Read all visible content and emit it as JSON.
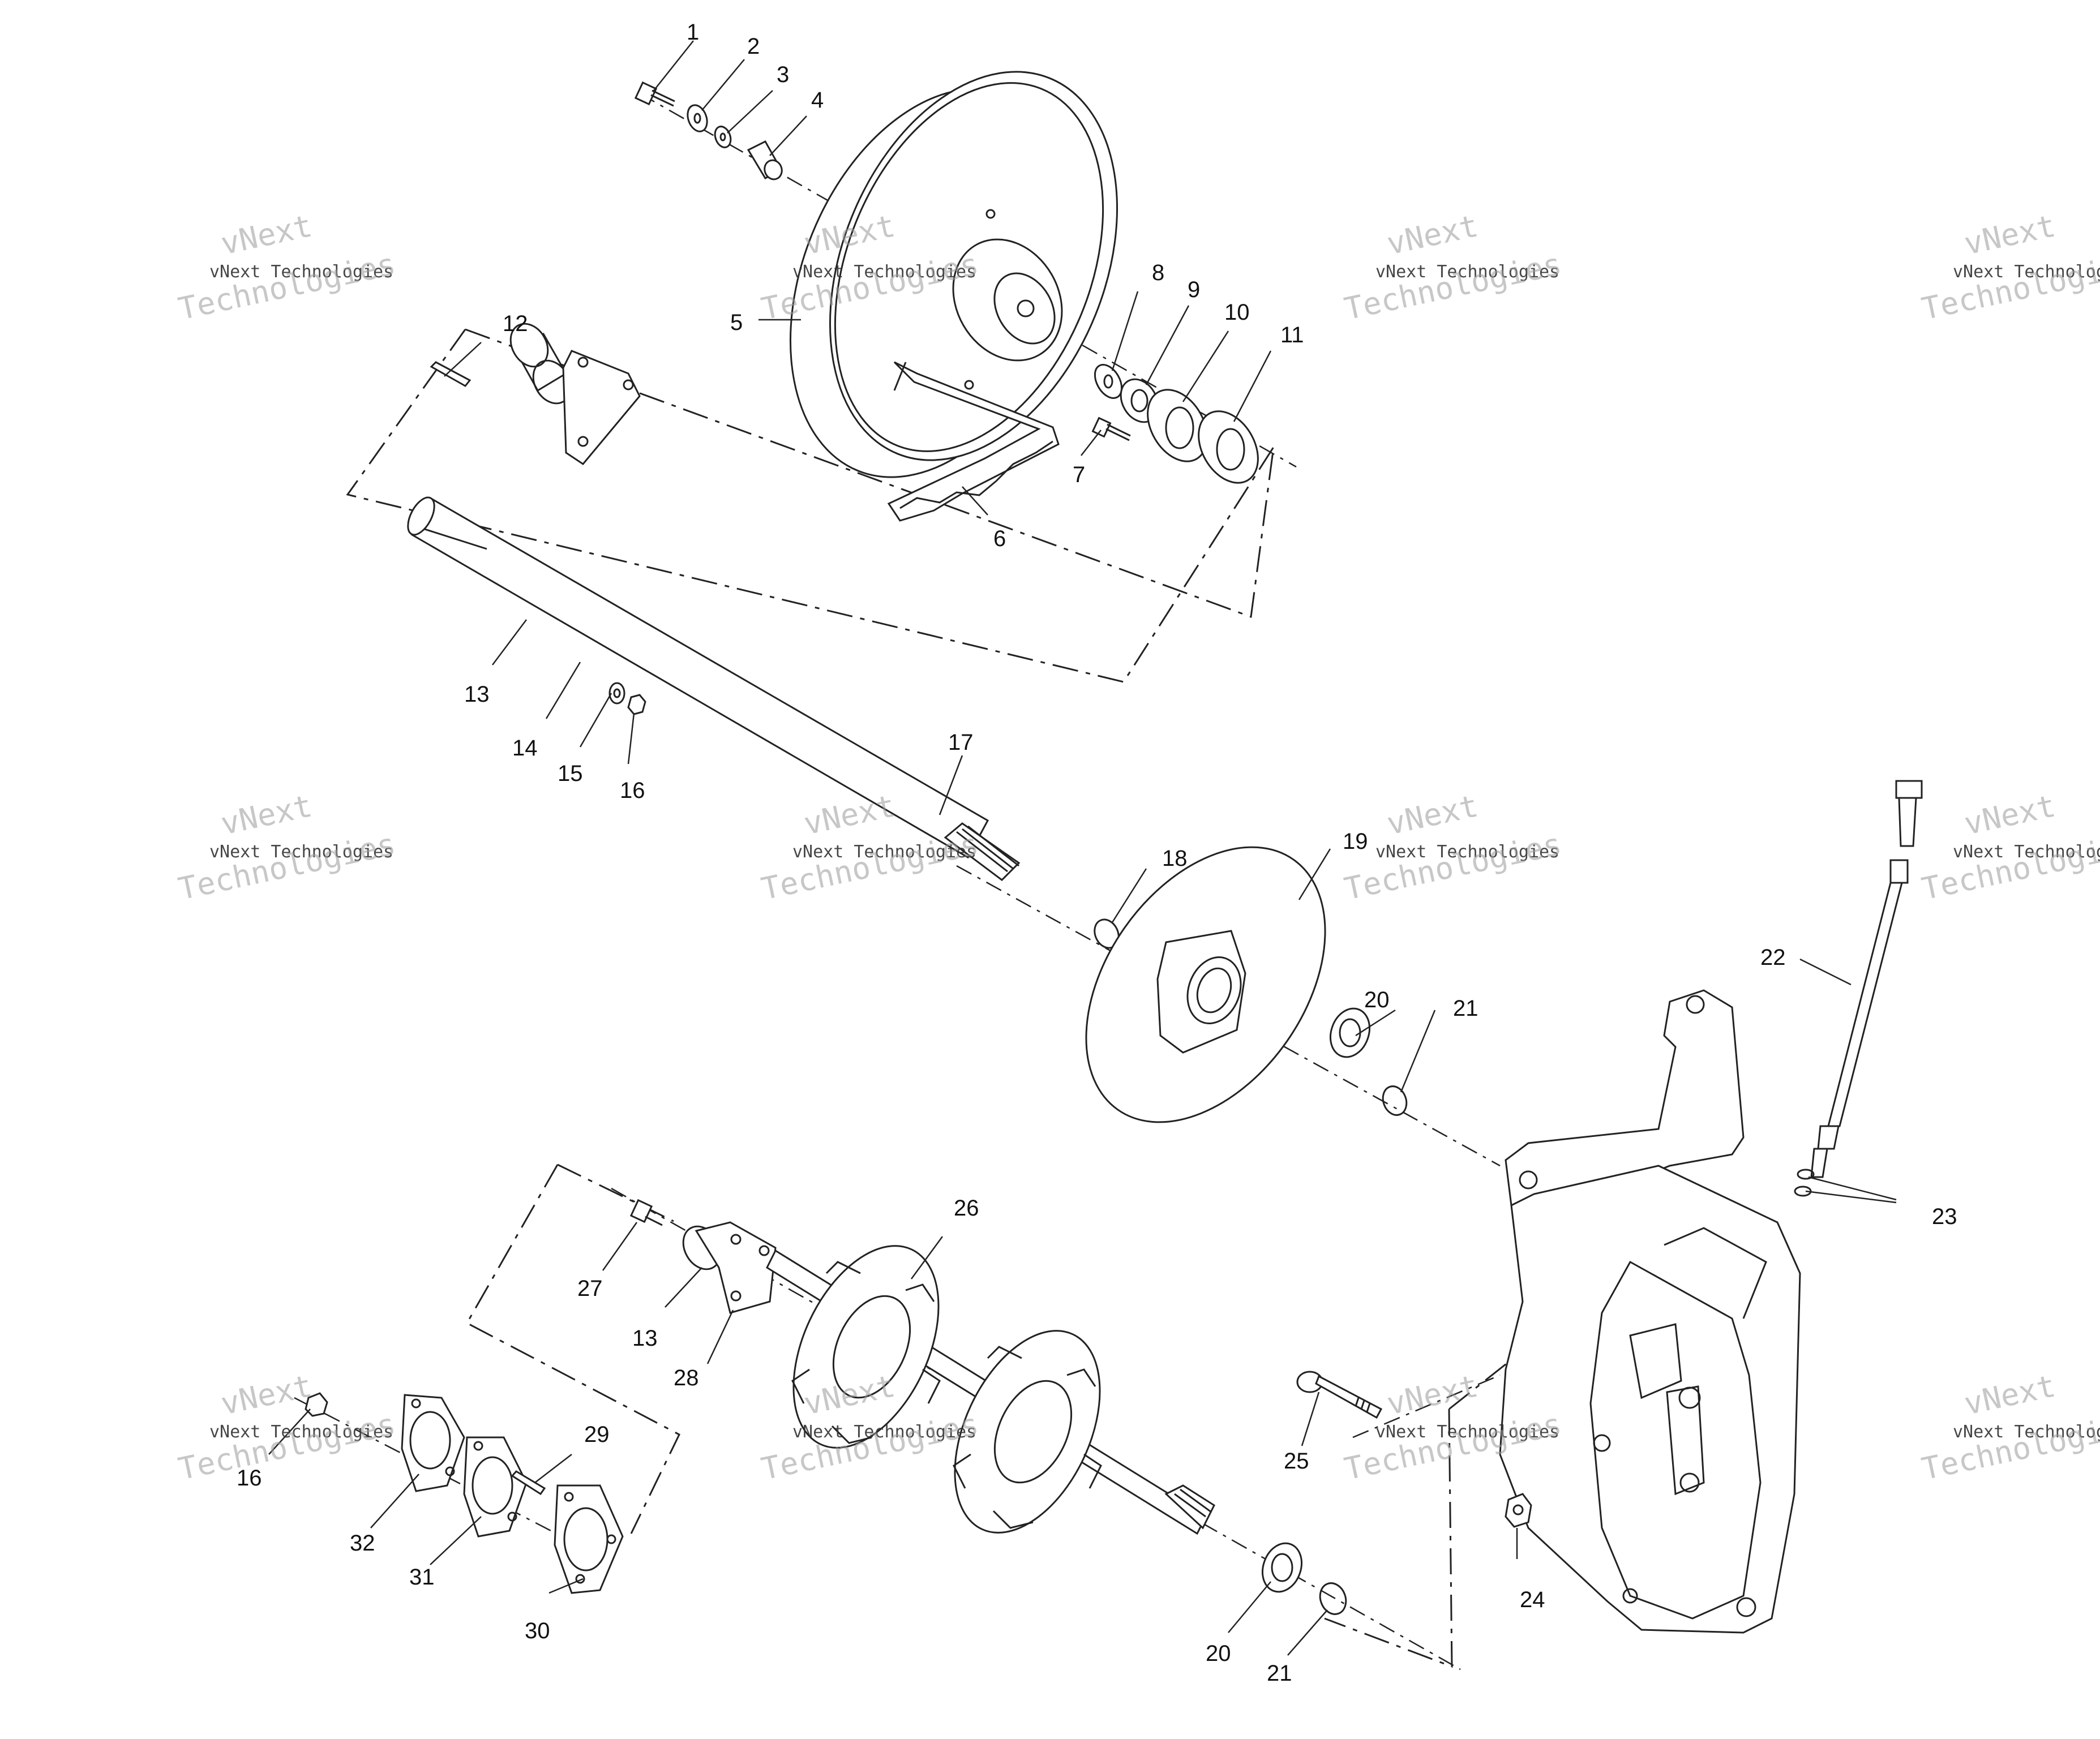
{
  "watermarks": [
    {
      "line1": "vNext Technologies",
      "line2": "Technologies",
      "ghost": "vNext"
    },
    {
      "line1": "vNext Technologies",
      "line2": "Technologies",
      "ghost": "vNext"
    },
    {
      "line1": "vNext Technologies",
      "line2": "Technologies",
      "ghost": "vNext"
    },
    {
      "line1": "vNext Technologies",
      "line2": "Technologies",
      "ghost": "vNext"
    },
    {
      "line1": "vNext Technologies",
      "line2": "Technologies",
      "ghost": "vNext"
    },
    {
      "line1": "vNext Technologies",
      "line2": "Technologies",
      "ghost": "vNext"
    },
    {
      "line1": "vNext Technologies",
      "line2": "Technologies",
      "ghost": "vNext"
    },
    {
      "line1": "vNext Technologies",
      "line2": "Technologies",
      "ghost": "vNext"
    },
    {
      "line1": "vNext Technologies",
      "line2": "Technologies",
      "ghost": "vNext"
    },
    {
      "line1": "vNext Technologies",
      "line2": "Technologies",
      "ghost": "vNext"
    },
    {
      "line1": "vNext Technologies",
      "line2": "Technologies",
      "ghost": "vNext"
    },
    {
      "line1": "vNext Technologies",
      "line2": "Technologies",
      "ghost": "vNext"
    }
  ],
  "callouts": [
    "1",
    "2",
    "3",
    "4",
    "5",
    "6",
    "7",
    "8",
    "9",
    "10",
    "11",
    "12",
    "13",
    "14",
    "15",
    "16",
    "17",
    "18",
    "19",
    "20",
    "21",
    "22",
    "23",
    "13",
    "24",
    "25",
    "26",
    "27",
    "28",
    "29",
    "16",
    "32",
    "31",
    "30",
    "20",
    "21"
  ],
  "parts": {
    "bolt": "bolt-icon",
    "washer": "washer-icon",
    "spacer": "spacer-icon",
    "driven_sprocket": "sprocket-icon",
    "chain": "chain-icon",
    "shaft": "shaft-icon",
    "brake_disc": "brake-disc-icon",
    "drive_shaft": "drive-shaft-icon",
    "chaincase": "chaincase-icon",
    "dipstick": "dipstick-icon",
    "seal": "seal-icon",
    "o_ring": "o-ring-icon",
    "bearing_flange": "flange-icon"
  }
}
